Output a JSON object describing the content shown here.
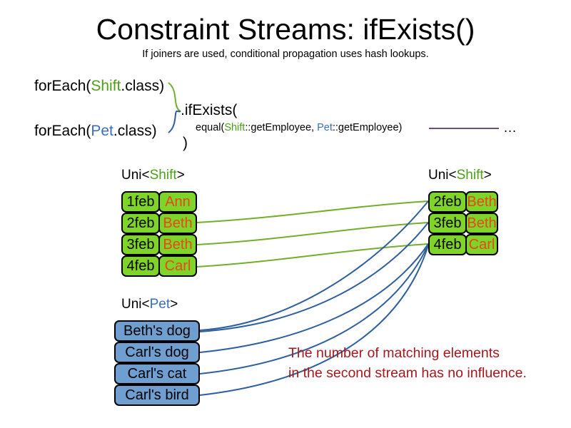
{
  "slide": {
    "title": "Constraint Streams: ifExists()",
    "subtitle": "If joiners are used, conditional propagation uses hash lookups."
  },
  "code": {
    "foreach_shift": {
      "prefix": "forEach(",
      "type": "Shift",
      "suffix": ".class)"
    },
    "foreach_pet": {
      "prefix": "forEach(",
      "type": "Pet",
      "suffix": ".class)"
    },
    "ifexists": ".ifExists(",
    "equal": {
      "prefix": "equal(",
      "type_a": "Shift",
      "middle": "::getEmployee, ",
      "type_b": "Pet",
      "suffix": "::getEmployee)"
    },
    "close_paren": ")",
    "ellipsis": "…"
  },
  "streams": {
    "left_shift": {
      "label_prefix": "Uni<",
      "label_type": "Shift",
      "label_suffix": ">",
      "rows": [
        {
          "date": "1feb",
          "name": "Ann"
        },
        {
          "date": "2feb",
          "name": "Beth"
        },
        {
          "date": "3feb",
          "name": "Beth"
        },
        {
          "date": "4feb",
          "name": "Carl"
        }
      ]
    },
    "right_shift": {
      "label_prefix": "Uni<",
      "label_type": "Shift",
      "label_suffix": ">",
      "rows": [
        {
          "date": "2feb",
          "name": "Beth"
        },
        {
          "date": "3feb",
          "name": "Beth"
        },
        {
          "date": "4feb",
          "name": "Carl"
        }
      ]
    },
    "left_pet": {
      "label_prefix": "Uni<",
      "label_type": "Pet",
      "label_suffix": ">",
      "rows": [
        {
          "name": "Beth's dog"
        },
        {
          "name": "Carl's dog"
        },
        {
          "name": "Carl's cat"
        },
        {
          "name": "Carl's bird"
        }
      ]
    }
  },
  "note": {
    "line1": "The number of matching elements",
    "line2": "in the second stream has no influence."
  },
  "colors": {
    "shift_green": "#4CA018",
    "pet_blue": "#3A6FB8",
    "box_green_fill": "#7FD42A",
    "box_blue_fill": "#6F9FD0",
    "name_orange": "#E8471A",
    "note_red": "#A6171C",
    "wire_green": "#73AF2A",
    "wire_blue": "#2E5F9E",
    "joiner_purple": "#6B4E7D"
  }
}
